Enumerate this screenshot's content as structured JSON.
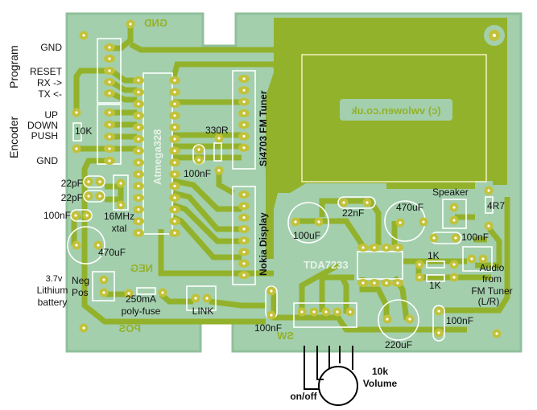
{
  "colors": {
    "board": "#a3cfad",
    "board_edge": "#8fc09b",
    "copper": "#93b22b",
    "pad": "#c2c23a",
    "silkscreen": "#ffffff"
  },
  "side_labels": {
    "program": "Program",
    "encoder": "Encoder"
  },
  "connector_labels": {
    "gnd_top": "GND",
    "reset": "RESET",
    "rx": "RX ->",
    "tx": "TX <-",
    "up": "UP",
    "down": "DOWN",
    "push": "PUSH",
    "gnd_bottom": "GND"
  },
  "components": {
    "r_10k": "10K",
    "c_22pf_1": "22pF",
    "c_22pf_2": "22pF",
    "c_100nf_left": "100nF",
    "xtal_line1": "16MHz",
    "xtal_line2": "xtal",
    "c_470uf_left": "470uF",
    "mcu": "Atmega328",
    "r_330r": "330R",
    "c_100nf_mcu": "100nF",
    "fm_tuner": "Si4703 FM Tuner",
    "display": "Nokia Display",
    "c_100uf": "100uF",
    "c_22nf": "22nF",
    "c_470uf_right": "470uF",
    "speaker": "Speaker",
    "r_4r7": "4R7",
    "c_100nf_right": "100nF",
    "amp": "TDA7233",
    "r_1k_1": "1K",
    "r_1k_2": "1K",
    "audio_line1": "Audio",
    "audio_line2": "from",
    "audio_line3": "FM Tuner",
    "audio_line4": "(L/R)",
    "c_220uf": "220uF",
    "c_100nf_bottom_right": "100nF",
    "c_100nf_bottom": "100nF",
    "fuse_line1": "250mA",
    "fuse_line2": "poly-fuse",
    "link": "LINK",
    "battery_line1": "3.7v",
    "battery_line2": "Lithium",
    "battery_line3": "battery",
    "neg": "Neg",
    "pos": "Pos"
  },
  "copper_text": {
    "gnd": "GND",
    "neg": "NEG",
    "pos": "POS",
    "sw": "SW",
    "copyright": "(c) vwlowen.co.uk"
  },
  "volume": {
    "title_line1": "10k",
    "title_line2": "Volume",
    "switch": "on/off"
  }
}
